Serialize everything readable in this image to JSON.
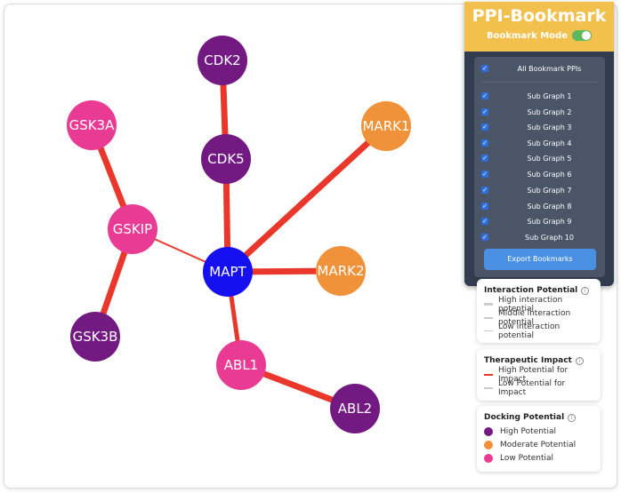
{
  "graph": {
    "nodes": [
      {
        "id": "CDK2",
        "label": "CDK2",
        "potential": "high"
      },
      {
        "id": "CDK5",
        "label": "CDK5",
        "potential": "high"
      },
      {
        "id": "GSK3A",
        "label": "GSK3A",
        "potential": "low"
      },
      {
        "id": "GSKIP",
        "label": "GSKIP",
        "potential": "low"
      },
      {
        "id": "GSK3B",
        "label": "GSK3B",
        "potential": "high"
      },
      {
        "id": "MAPT",
        "label": "MAPT",
        "potential": "center"
      },
      {
        "id": "MARK1",
        "label": "MARK1",
        "potential": "moderate"
      },
      {
        "id": "MARK2",
        "label": "MARK2",
        "potential": "moderate"
      },
      {
        "id": "ABL1",
        "label": "ABL1",
        "potential": "low"
      },
      {
        "id": "ABL2",
        "label": "ABL2",
        "potential": "high"
      }
    ],
    "edges": [
      {
        "source": "CDK2",
        "target": "CDK5",
        "interaction": "high"
      },
      {
        "source": "CDK5",
        "target": "MAPT",
        "interaction": "high"
      },
      {
        "source": "GSK3A",
        "target": "GSKIP",
        "interaction": "high"
      },
      {
        "source": "GSKIP",
        "target": "GSK3B",
        "interaction": "high"
      },
      {
        "source": "GSKIP",
        "target": "MAPT",
        "interaction": "low"
      },
      {
        "source": "MAPT",
        "target": "MARK1",
        "interaction": "high"
      },
      {
        "source": "MAPT",
        "target": "MARK2",
        "interaction": "high"
      },
      {
        "source": "MAPT",
        "target": "ABL1",
        "interaction": "middle"
      },
      {
        "source": "ABL1",
        "target": "ABL2",
        "interaction": "high"
      }
    ]
  },
  "colors": {
    "high": "#731a82",
    "moderate": "#f0923a",
    "low": "#ea3b94",
    "center": "#1410f0",
    "edge_impact": "#e9382b",
    "edge_neutral": "#cccccc",
    "panel_header": "#f2c14d",
    "panel_bg": "#313c4f",
    "toggle_on": "#5cb85c",
    "button": "#4a90e2"
  },
  "panel": {
    "title": "PPI-Bookmark",
    "mode_label": "Bookmark Mode",
    "mode_on": true,
    "all_label": "All Bookmark PPIs",
    "subgraphs": [
      "Sub Graph 1",
      "Sub Graph 2",
      "Sub Graph 3",
      "Sub Graph 4",
      "Sub Graph 5",
      "Sub Graph 6",
      "Sub Graph 7",
      "Sub Graph 8",
      "Sub Graph 9",
      "Sub Graph 10"
    ],
    "export_label": "Export Bookmarks"
  },
  "legend": {
    "interaction": {
      "title": "Interaction Potential",
      "items": [
        "High interaction potential",
        "Middle interaction potential",
        "Low interaction potential"
      ]
    },
    "therapeutic": {
      "title": "Therapeutic Impact",
      "items": [
        "High Potential for Impact",
        "Low Potential for Impact"
      ]
    },
    "docking": {
      "title": "Docking Potential",
      "items": [
        "High Potential",
        "Moderate Potential",
        "Low Potential"
      ]
    }
  }
}
